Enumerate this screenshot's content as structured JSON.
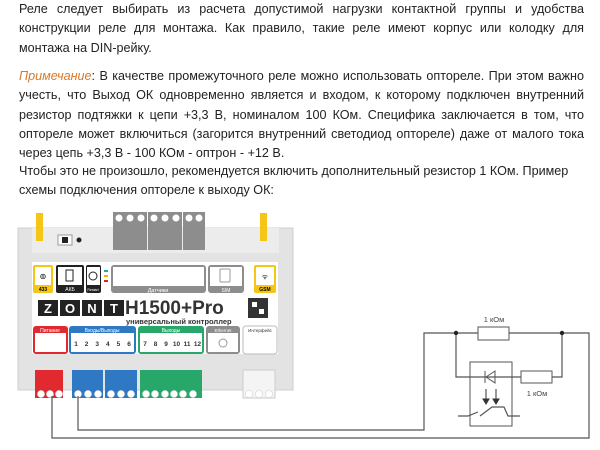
{
  "paragraphs": {
    "p1": "Реле следует выбирать из расчета допустимой нагрузки контактной группы и удобства конструкции реле для монтажа. Как правило, такие реле имеют корпус или колодку для монтажа на DIN-рейку.",
    "p2_label": "Примечание",
    "p2_text": ": В качестве промежуточного реле можно использовать оптореле. При этом важно учесть, что Выход ОК одновременно является и входом, к которому подключен внутренний резистор подтяжки к цепи +3,3 В, номиналом 100 КОм. Специфика заключается в том, что оптореле может включиться (загорится внутренний светодиод оптореле) даже от малого тока через цепь +3,3 В - 100 КОм - оптрон - +12 В.",
    "p3_line1": "Чтобы это не произошло, рекомендуется включить дополнительный резистор 1 КОм. Пример",
    "p3_line2": "схемы подключения оптореле к выходу ОК:"
  },
  "device": {
    "brand": "ZONT",
    "model": "H1500+Pro",
    "subtitle": "универсальный контроллер",
    "labels": {
      "r433": "433",
      "akb": "АКБ",
      "restart": "Restart",
      "sensors": "Датчики",
      "sim": "SIM",
      "gsm": "GSM",
      "power": "Питание",
      "io": "Входы/Выходы",
      "outputs": "Выходы",
      "ethernet": "Ethernet",
      "interfaces": "Интерфейс"
    },
    "io_numbers": [
      "1",
      "2",
      "3",
      "4",
      "5",
      "6"
    ],
    "out_numbers": [
      "7",
      "8",
      "9",
      "10",
      "11",
      "12"
    ],
    "colors": {
      "power": "#e02a2f",
      "io": "#2f78c4",
      "outputs": "#27a86a",
      "yellow": "#f5c518",
      "grey": "#8d8d8d"
    }
  },
  "circuit": {
    "resistor_top_label": "1 кОм",
    "resistor_bottom_label": "1 кОм"
  }
}
